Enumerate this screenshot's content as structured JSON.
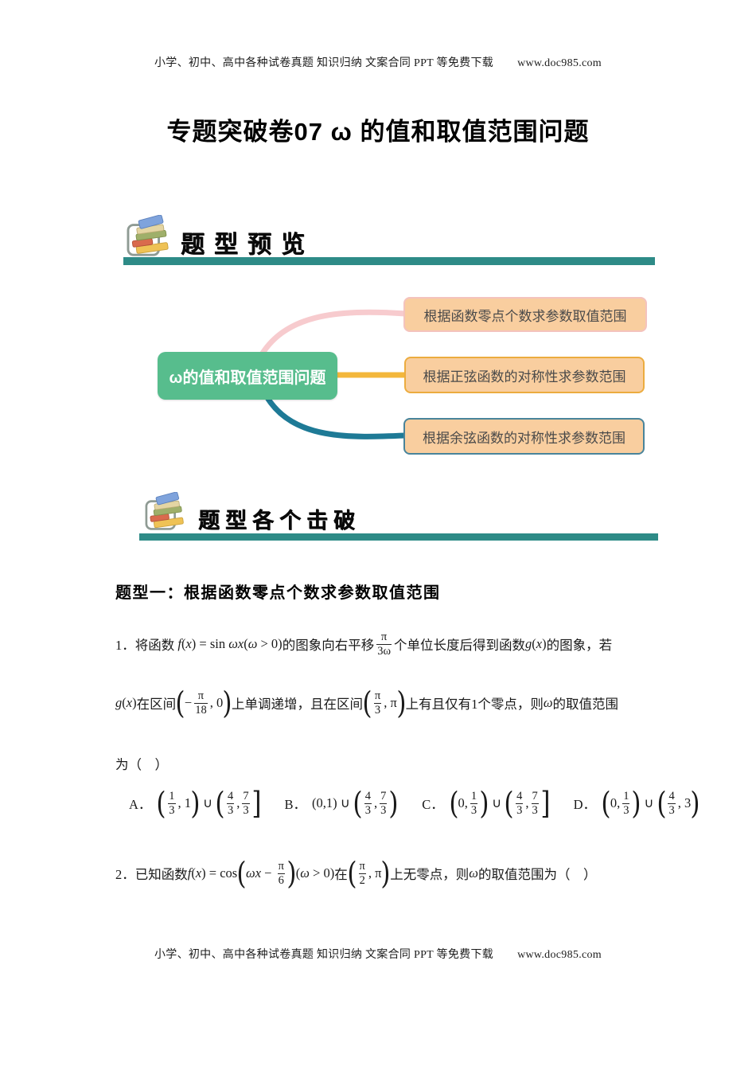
{
  "colors": {
    "section_bar": "#2E8B87",
    "center_node_bg": "#57BD8D",
    "branch_fill": "#F9CE9F",
    "branch1_border": "#F4C3BE",
    "branch2_border": "#ECAC3F",
    "branch3_border": "#49849B",
    "link1": "#F7CBCE",
    "link2": "#F3B73B",
    "link3": "#1E7A96"
  },
  "header": {
    "text": "小学、初中、高中各种试卷真题 知识归纳 文案合同 PPT 等免费下载",
    "url": "www.doc985.com"
  },
  "footer": {
    "text": "小学、初中、高中各种试卷真题 知识归纳 文案合同 PPT 等免费下载",
    "url": "www.doc985.com"
  },
  "title": "专题突破卷07 ω 的值和取值范围问题",
  "sections": {
    "preview": "题型预览",
    "breakdown": "题型各个击破"
  },
  "mindmap": {
    "center": "ω的值和取值范围问题",
    "branches": [
      "根据函数零点个数求参数取值范围",
      "根据正弦函数的对称性求参数范围",
      "根据余弦函数的对称性求参数范围"
    ]
  },
  "topic1_heading": "题型一：根据函数零点个数求参数取值范围",
  "p1": {
    "line1": [
      {
        "t": "cn",
        "v": "1．将函数 "
      },
      {
        "t": "it",
        "v": "f"
      },
      {
        "t": "rm",
        "v": "("
      },
      {
        "t": "it",
        "v": "x"
      },
      {
        "t": "rm",
        "v": ") = sin "
      },
      {
        "t": "it",
        "v": "ωx"
      },
      {
        "t": "rm",
        "v": "("
      },
      {
        "t": "it",
        "v": "ω"
      },
      {
        "t": "rm",
        "v": " > 0)"
      },
      {
        "t": "cn",
        "v": "的图象向右平移"
      },
      {
        "t": "frac",
        "n": "π",
        "d": "3ω"
      },
      {
        "t": "cn",
        "v": "个单位长度后得到函数"
      },
      {
        "t": "it",
        "v": "g"
      },
      {
        "t": "rm",
        "v": "("
      },
      {
        "t": "it",
        "v": "x"
      },
      {
        "t": "rm",
        "v": ")"
      },
      {
        "t": "cn",
        "v": "的图象，若"
      }
    ],
    "line2": [
      {
        "t": "it",
        "v": "g"
      },
      {
        "t": "rm",
        "v": "("
      },
      {
        "t": "it",
        "v": "x"
      },
      {
        "t": "rm",
        "v": ")"
      },
      {
        "t": "cn",
        "v": "在区间"
      },
      {
        "t": "big",
        "v": "("
      },
      {
        "t": "rm",
        "v": "−"
      },
      {
        "t": "frac",
        "n": "π",
        "d": "18"
      },
      {
        "t": "rm",
        "v": ", 0"
      },
      {
        "t": "big",
        "v": ")"
      },
      {
        "t": "cn",
        "v": "上单调递增，且在区间"
      },
      {
        "t": "big",
        "v": "("
      },
      {
        "t": "frac",
        "n": "π",
        "d": "3"
      },
      {
        "t": "rm",
        "v": ", π"
      },
      {
        "t": "big",
        "v": ")"
      },
      {
        "t": "cn",
        "v": "上有且仅有1个零点，则"
      },
      {
        "t": "it",
        "v": "ω"
      },
      {
        "t": "cn",
        "v": "的取值范围"
      }
    ],
    "line3": "为（　）",
    "options": [
      {
        "label": "A．",
        "tokens": [
          {
            "t": "big",
            "v": "("
          },
          {
            "t": "frac",
            "n": "1",
            "d": "3"
          },
          {
            "t": "rm",
            "v": ", 1"
          },
          {
            "t": "big",
            "v": ")"
          },
          {
            "t": "rm",
            "v": " ∪ "
          },
          {
            "t": "big",
            "v": "("
          },
          {
            "t": "frac",
            "n": "4",
            "d": "3"
          },
          {
            "t": "rm",
            "v": ","
          },
          {
            "t": "frac",
            "n": "7",
            "d": "3"
          },
          {
            "t": "big",
            "v": "]"
          }
        ]
      },
      {
        "label": "B．",
        "tokens": [
          {
            "t": "rm",
            "v": "(0,1) ∪ "
          },
          {
            "t": "big",
            "v": "("
          },
          {
            "t": "frac",
            "n": "4",
            "d": "3"
          },
          {
            "t": "rm",
            "v": ","
          },
          {
            "t": "frac",
            "n": "7",
            "d": "3"
          },
          {
            "t": "big",
            "v": ")"
          }
        ]
      },
      {
        "label": "C．",
        "tokens": [
          {
            "t": "big",
            "v": "("
          },
          {
            "t": "rm",
            "v": "0,"
          },
          {
            "t": "frac",
            "n": "1",
            "d": "3"
          },
          {
            "t": "big",
            "v": ")"
          },
          {
            "t": "rm",
            "v": " ∪ "
          },
          {
            "t": "big",
            "v": "("
          },
          {
            "t": "frac",
            "n": "4",
            "d": "3"
          },
          {
            "t": "rm",
            "v": ","
          },
          {
            "t": "frac",
            "n": "7",
            "d": "3"
          },
          {
            "t": "big",
            "v": "]"
          }
        ]
      },
      {
        "label": "D．",
        "tokens": [
          {
            "t": "big",
            "v": "("
          },
          {
            "t": "rm",
            "v": "0,"
          },
          {
            "t": "frac",
            "n": "1",
            "d": "3"
          },
          {
            "t": "big",
            "v": ")"
          },
          {
            "t": "rm",
            "v": " ∪ "
          },
          {
            "t": "big",
            "v": "("
          },
          {
            "t": "frac",
            "n": "4",
            "d": "3"
          },
          {
            "t": "rm",
            "v": ", 3"
          },
          {
            "t": "big",
            "v": ")"
          }
        ]
      }
    ]
  },
  "p2": {
    "tokens": [
      {
        "t": "cn",
        "v": "2．已知函数"
      },
      {
        "t": "it",
        "v": "f"
      },
      {
        "t": "rm",
        "v": "("
      },
      {
        "t": "it",
        "v": "x"
      },
      {
        "t": "rm",
        "v": ") = cos"
      },
      {
        "t": "big",
        "v": "("
      },
      {
        "t": "it",
        "v": "ωx"
      },
      {
        "t": "rm",
        "v": " − "
      },
      {
        "t": "frac",
        "n": "π",
        "d": "6"
      },
      {
        "t": "big",
        "v": ")"
      },
      {
        "t": "rm",
        "v": "("
      },
      {
        "t": "it",
        "v": "ω"
      },
      {
        "t": "rm",
        "v": " > 0)"
      },
      {
        "t": "cn",
        "v": "在"
      },
      {
        "t": "big",
        "v": "("
      },
      {
        "t": "frac",
        "n": "π",
        "d": "2"
      },
      {
        "t": "rm",
        "v": ", π"
      },
      {
        "t": "big",
        "v": ")"
      },
      {
        "t": "cn",
        "v": "上无零点，则"
      },
      {
        "t": "it",
        "v": "ω"
      },
      {
        "t": "cn",
        "v": "的取值范围为（　）"
      }
    ]
  }
}
